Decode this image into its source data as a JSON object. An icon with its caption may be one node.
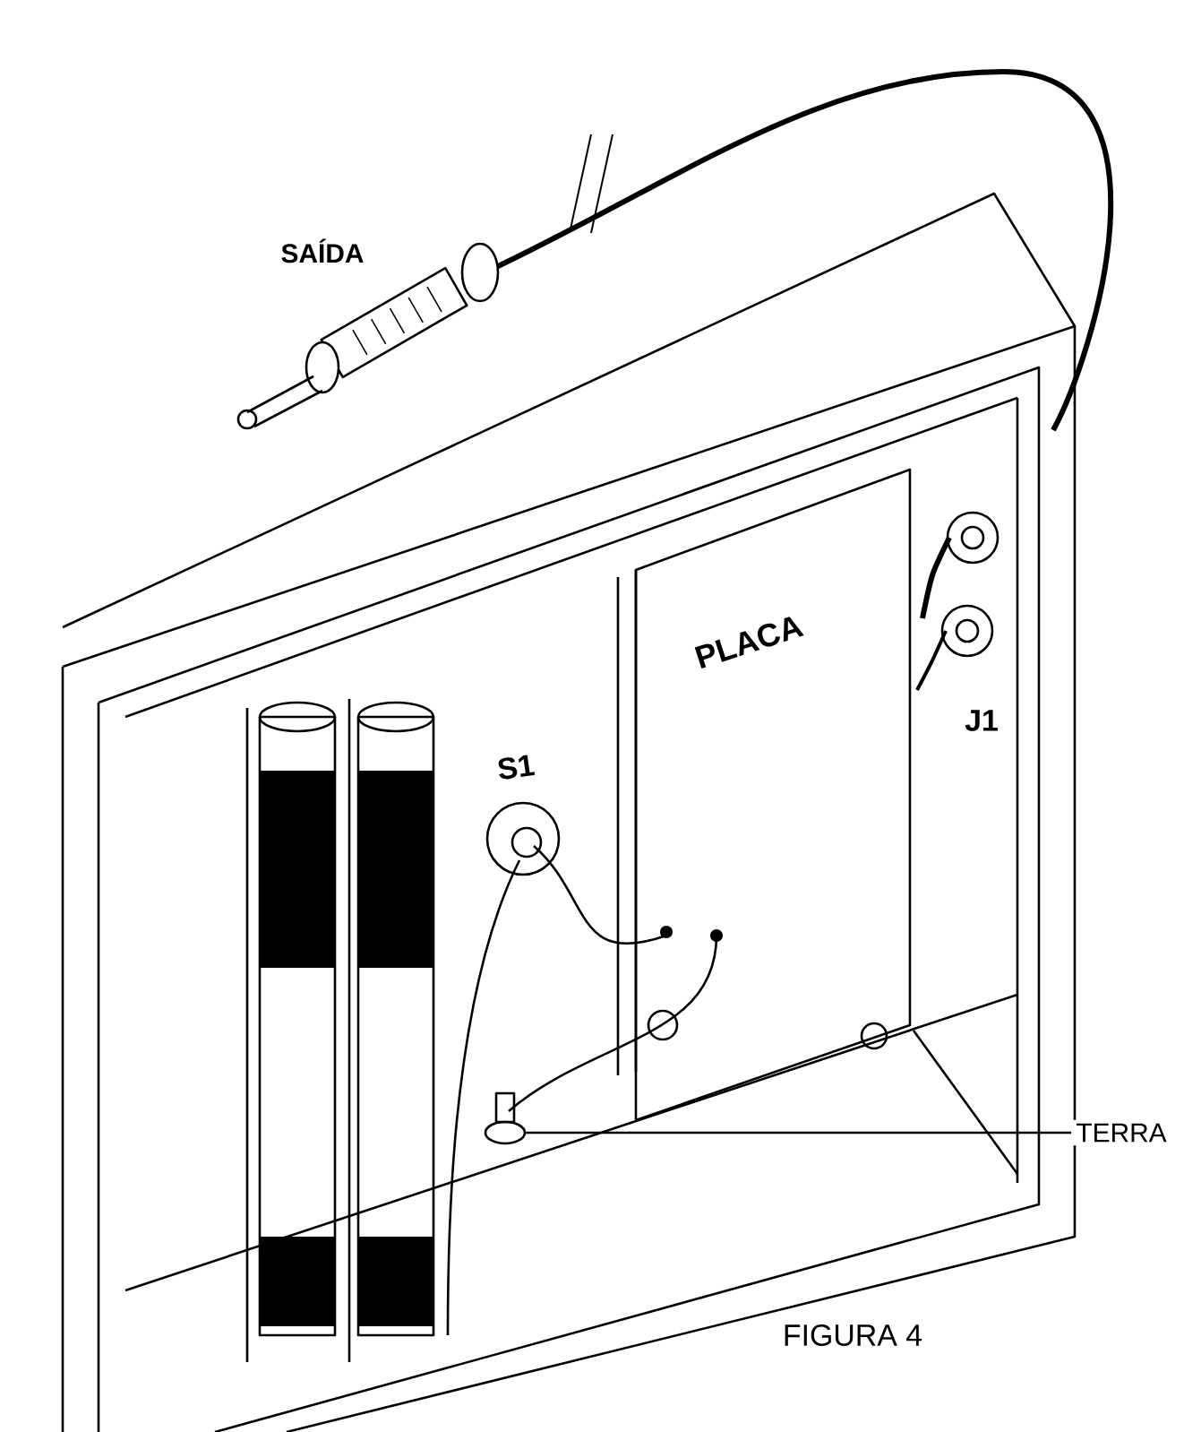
{
  "diagram": {
    "caption": "FIGURA 4",
    "nodes": [
      {
        "text": [
          "TERRA"
        ]
      },
      {
        "text": [],
        "shape": "picture"
      }
    ],
    "edges": [
      {
        "from": 0,
        "to": 1,
        "arrow": "none"
      }
    ],
    "labels": [
      "SAÍDA",
      "S1",
      "PLACA",
      "J1"
    ]
  }
}
